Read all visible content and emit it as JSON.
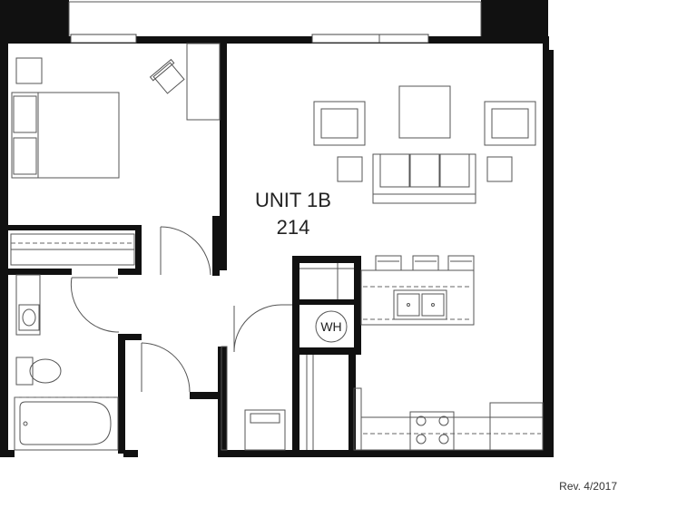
{
  "plan": {
    "unit_name": "UNIT 1B",
    "unit_number": "214",
    "water_heater_label": "WH",
    "revision": "Rev. 4/2017"
  }
}
